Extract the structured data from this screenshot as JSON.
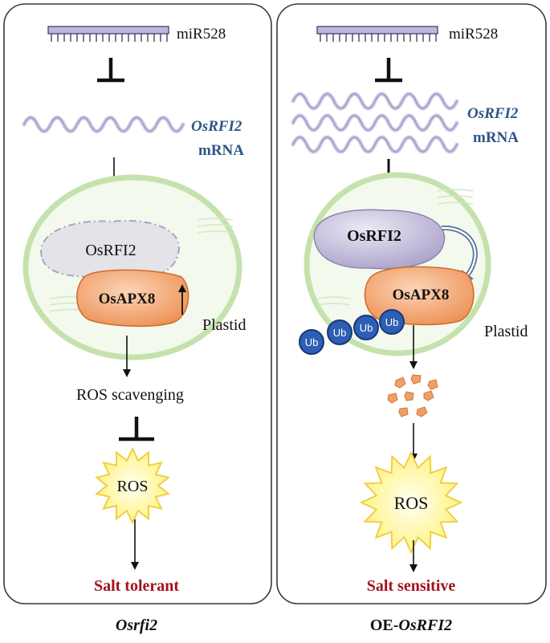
{
  "left_panel": {
    "mirna": "miR528",
    "mrna_gene": "OsRFI2",
    "mrna_word": "mRNA",
    "protein_rfi2": "OsRFI2",
    "protein_apx8": "OsAPX8",
    "organelle": "Plastid",
    "process": "ROS scavenging",
    "ros": "ROS",
    "phenotype": "Salt tolerant",
    "genotype": "Osrfi2"
  },
  "right_panel": {
    "mirna": "miR528",
    "mrna_gene": "OsRFI2",
    "mrna_word": "mRNA",
    "protein_rfi2": "OsRFI2",
    "protein_apx8": "OsAPX8",
    "ubiquitin": [
      "Ub",
      "Ub",
      "Ub",
      "Ub"
    ],
    "organelle": "Plastid",
    "ros": "ROS",
    "phenotype": "Salt sensitive",
    "genotype_prefix": "OE-",
    "genotype_gene": "OsRFI2"
  },
  "colors": {
    "gene_label": "#2c5585",
    "phenotype": "#a3131b",
    "osapx8": "#ec8d50",
    "osrfi2": "#a79ec8",
    "plastid": "#c5e2ad",
    "ros_burst": "#fff27a",
    "ubiquitin": "#2d5fb5"
  }
}
